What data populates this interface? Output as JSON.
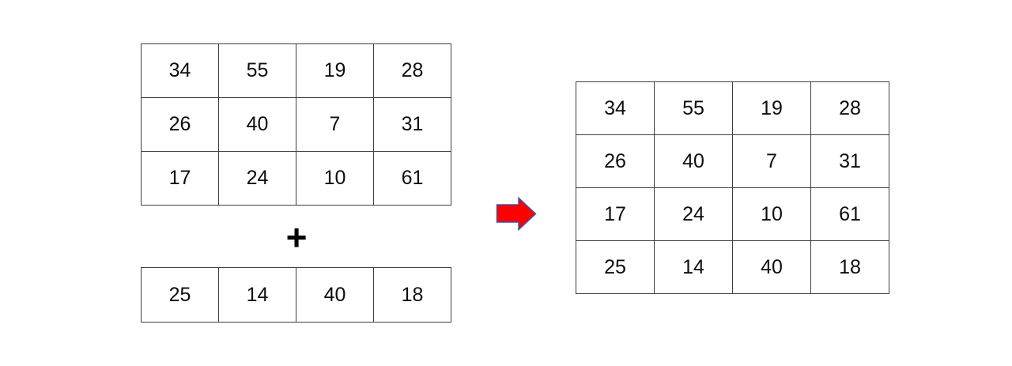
{
  "tables": {
    "source": {
      "rows": [
        [
          "34",
          "55",
          "19",
          "28"
        ],
        [
          "26",
          "40",
          "7",
          "31"
        ],
        [
          "17",
          "24",
          "10",
          "61"
        ]
      ]
    },
    "append_row": {
      "cells": [
        "25",
        "14",
        "40",
        "18"
      ]
    },
    "result": {
      "rows": [
        [
          "34",
          "55",
          "19",
          "28"
        ],
        [
          "26",
          "40",
          "7",
          "31"
        ],
        [
          "17",
          "24",
          "10",
          "61"
        ],
        [
          "25",
          "14",
          "40",
          "18"
        ]
      ]
    }
  },
  "operators": {
    "plus": "+"
  },
  "arrow": {
    "fill_color": "#ff0000",
    "stroke_color": "#44549b"
  },
  "colors": {
    "table_border": "#3f3f3f",
    "text": "#0d0d0d",
    "background": "#ffffff"
  }
}
